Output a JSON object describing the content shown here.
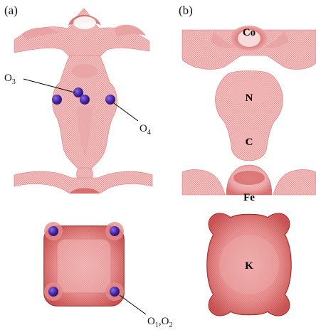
{
  "panels": {
    "a": {
      "label": "(a)"
    },
    "b": {
      "label": "(b)"
    }
  },
  "labels": {
    "o3": {
      "main": "O",
      "sub": "3"
    },
    "o4": {
      "main": "O",
      "sub": "4"
    },
    "o12": {
      "o1": "O",
      "sub1": "1",
      "comma": ",",
      "o2": "O",
      "sub2": "2"
    },
    "co": "Co",
    "n": "N",
    "c": "C",
    "fe": "Fe",
    "k": "K"
  },
  "colors": {
    "isosurface": "#f2b8b8",
    "isosurface_dark": "#d24a4a",
    "isosurface_edge": "#b72a2a",
    "oxygen_atom": "#4b2aa8"
  }
}
